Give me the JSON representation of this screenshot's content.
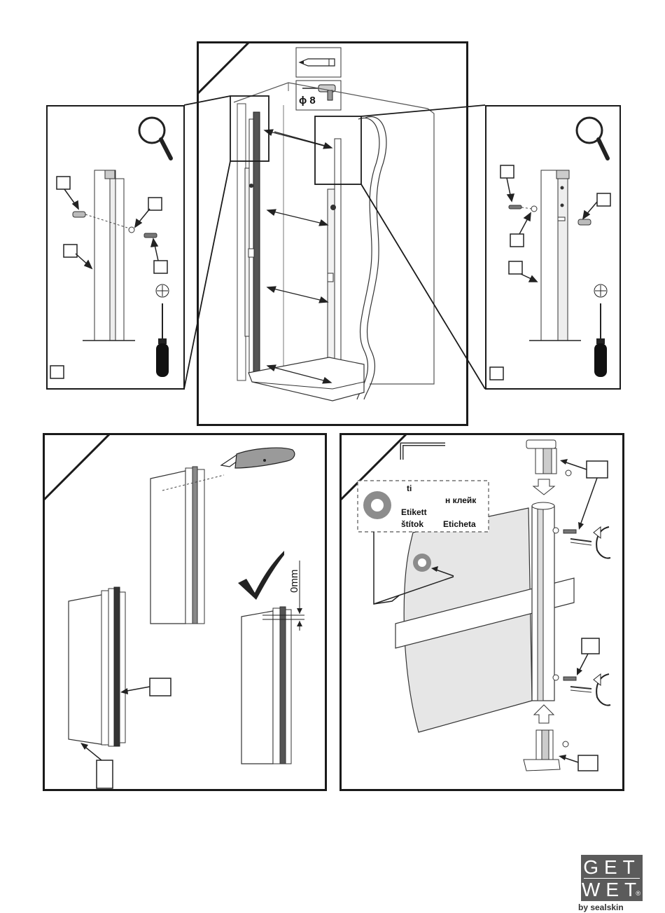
{
  "top_step": {
    "drill_diameter_label": "ϕ 8"
  },
  "glass_step": {
    "sticker_labels": {
      "line1": "ti",
      "line2a": "Etikett",
      "line2b": "н  клейк",
      "line3a": "štítok",
      "line3b": "Eticheta"
    }
  },
  "profile_step": {
    "gap_label": "0mm"
  },
  "footer": {
    "logo_line1": "GET",
    "logo_line2": "WET",
    "logo_registered": "®",
    "logo_tagline": "by sealskin"
  },
  "icons": [
    "magnifier-icon",
    "pencil-icon",
    "drill-icon",
    "phillips-screwdriver-icon",
    "crosshead-symbol-icon",
    "utility-knife-icon",
    "checkmark-icon",
    "allen-key-icon",
    "snap-cap-icon",
    "arrow-up-icon",
    "arrow-down-icon"
  ]
}
